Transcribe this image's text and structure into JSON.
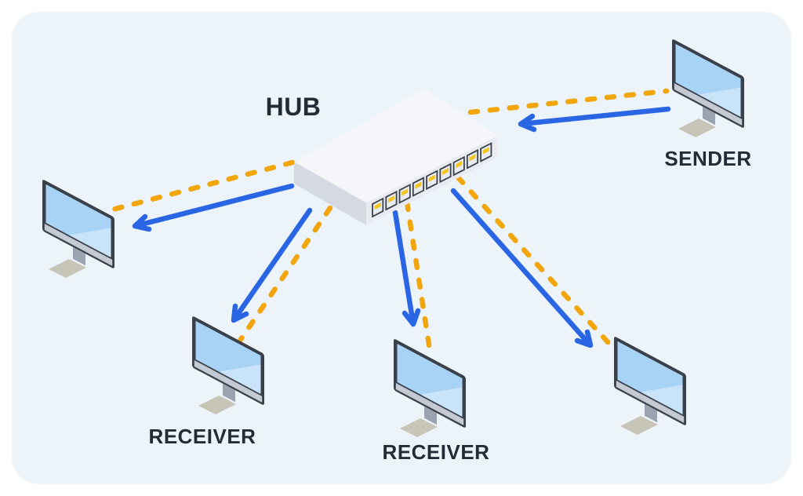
{
  "palette": {
    "page_bg": "#ffffff",
    "canvas_bg": "#ecf4fa",
    "cable": "#f2a60e",
    "flow": "#2a66e4",
    "text_dark": "#242b37",
    "hub_top": "#f5f6fa",
    "hub_left": "#d5d9e2",
    "hub_right": "#e9ebf1",
    "port_dark": "#394049",
    "port_inner": "#e7eaf0",
    "port_pin": "#f4c51d",
    "frame": "#394049",
    "screen": "#a9d3f5",
    "chin": "#c4c9d3",
    "stand": "#9ca3b0",
    "base": "#c7c4b8"
  },
  "diagram": {
    "type": "network-hub-topology",
    "hub": {
      "label": "HUB",
      "port_count": 9
    },
    "nodes": [
      {
        "id": "sender",
        "label": "SENDER",
        "kind": "computer"
      },
      {
        "id": "computer-left",
        "label": "",
        "kind": "computer"
      },
      {
        "id": "receiver-1",
        "label": "RECEIVER",
        "kind": "computer"
      },
      {
        "id": "receiver-2",
        "label": "RECEIVER",
        "kind": "computer"
      },
      {
        "id": "computer-right",
        "label": "",
        "kind": "computer"
      }
    ],
    "connections": [
      {
        "cable": "sender–hub",
        "arrow_direction": "sender→hub"
      },
      {
        "cable": "hub–computer-left",
        "arrow_direction": "hub→computer-left"
      },
      {
        "cable": "hub–receiver-1",
        "arrow_direction": "hub→receiver-1"
      },
      {
        "cable": "hub–receiver-2",
        "arrow_direction": "hub→receiver-2"
      },
      {
        "cable": "hub–computer-right",
        "arrow_direction": "hub→computer-right"
      }
    ]
  }
}
